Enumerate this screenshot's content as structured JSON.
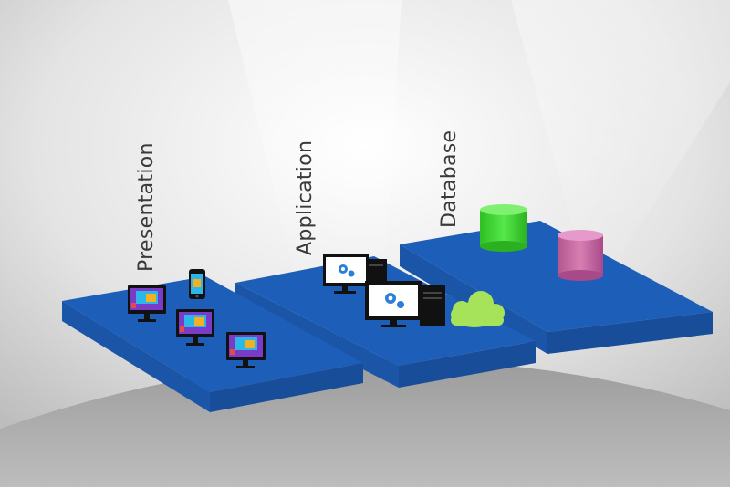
{
  "tiers": {
    "presentation": {
      "label": "Presentation"
    },
    "application": {
      "label": "Application"
    },
    "database": {
      "label": "Database"
    }
  },
  "colors": {
    "platform_top": "#1d5eb8",
    "platform_side": "#174d99",
    "cloud": "#a6e35a",
    "db_green": "#37d52a",
    "db_pink": "#c76aa2",
    "monitor": "#111111"
  },
  "icons": {
    "presentation": [
      "monitor-icon",
      "smartphone-icon",
      "monitor-icon",
      "monitor-icon"
    ],
    "application": [
      "server-computer-icon",
      "server-computer-icon",
      "cloud-icon"
    ],
    "database": [
      "database-cylinder-icon",
      "database-cylinder-icon"
    ]
  }
}
